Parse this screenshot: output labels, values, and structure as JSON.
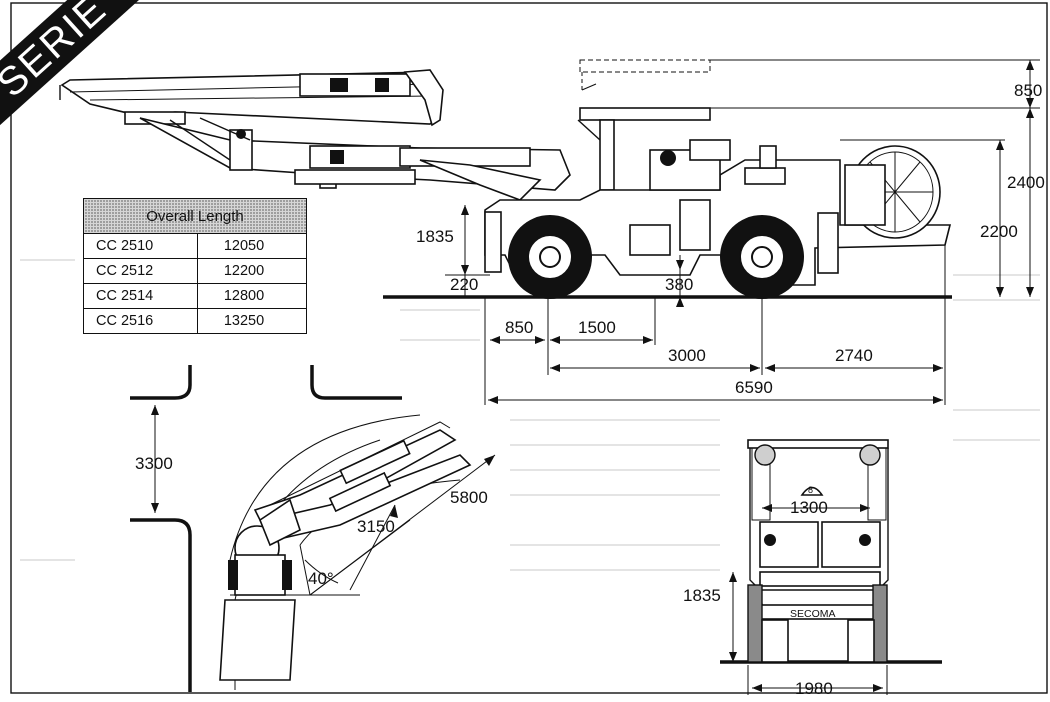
{
  "banner": {
    "text": "SERIE"
  },
  "length_table": {
    "header": "Overall Length",
    "rows": [
      {
        "model": "CC 2510",
        "length": "12050"
      },
      {
        "model": "CC 2512",
        "length": "12200"
      },
      {
        "model": "CC 2514",
        "length": "12800"
      },
      {
        "model": "CC 2516",
        "length": "13250"
      }
    ]
  },
  "side_view": {
    "canopy_travel": "850",
    "canopy_height": "2400",
    "cab_height": "2200",
    "boom_height": "1835",
    "ground_clearance": "220",
    "axle_clearance": "380",
    "front_overhang": "850",
    "front_to_axle": "1500",
    "wheelbase": "3000",
    "rear_section": "2740",
    "total_length": "6590"
  },
  "plan_view": {
    "tunnel_width": "3300",
    "turn_radius_outer": "5800",
    "turn_radius_inner": "3150",
    "articulation_angle": "40°"
  },
  "rear_view": {
    "light_spacing": "1300",
    "boom_height": "1835",
    "width": "1980",
    "brand": "SECOMA"
  }
}
